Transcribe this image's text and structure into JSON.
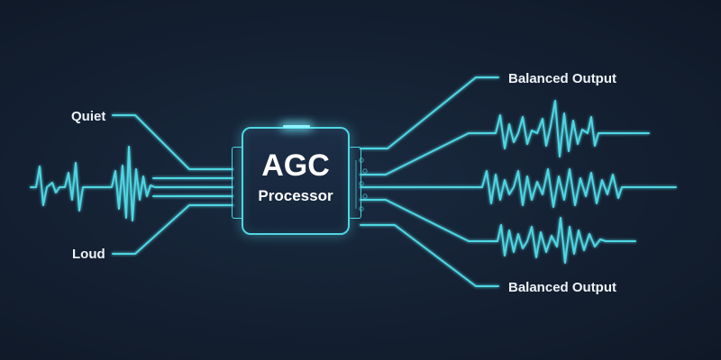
{
  "inputs": {
    "quiet_label": "Quiet",
    "loud_label": "Loud"
  },
  "processor": {
    "title": "AGC",
    "subtitle": "Processor"
  },
  "outputs": {
    "top_label": "Balanced Output",
    "bottom_label": "Balanced Output"
  },
  "colors": {
    "background": "#131f30",
    "accent": "#4fd6e2",
    "text": "#eef3f8"
  }
}
